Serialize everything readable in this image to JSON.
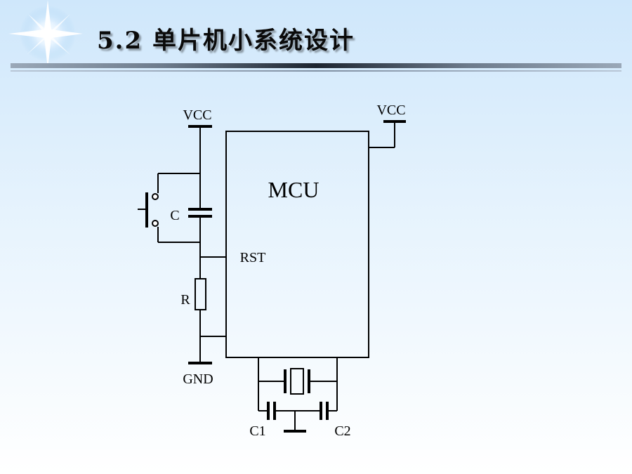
{
  "slide": {
    "title": "5.2 单片机小系统设计"
  },
  "circuit": {
    "vcc_left": "VCC",
    "vcc_right": "VCC",
    "mcu_label": "MCU",
    "rst_label": "RST",
    "cap_label": "C",
    "res_label": "R",
    "gnd_label": "GND",
    "c1_label": "C1",
    "c2_label": "C2"
  }
}
